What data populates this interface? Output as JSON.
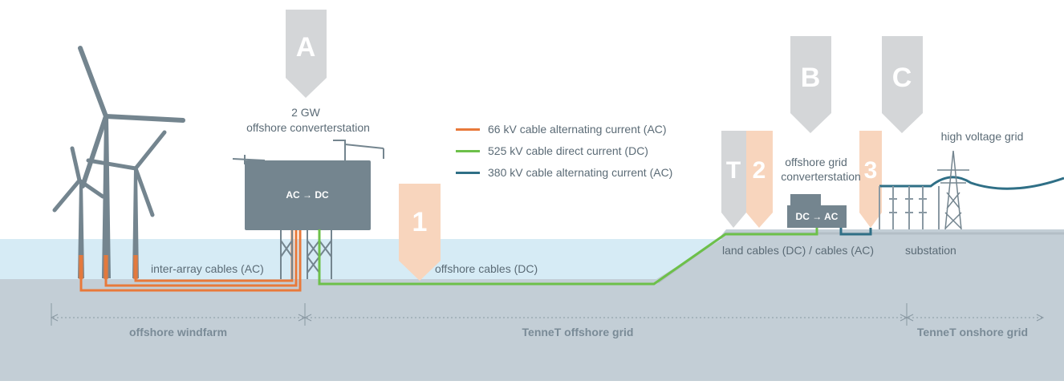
{
  "markers": {
    "a": "A",
    "b": "B",
    "c": "C",
    "t": "T",
    "one": "1",
    "two": "2",
    "three": "3"
  },
  "converter_station": {
    "capacity": "2 GW",
    "name": "offshore converterstation",
    "box_label": "AC → DC"
  },
  "grid_station": {
    "name_line1": "offshore grid",
    "name_line2": "converterstation",
    "box_label": "DC → AC"
  },
  "high_voltage_grid": "high voltage grid",
  "legend": [
    {
      "label": "66 kV cable alternating current (AC)",
      "color": "#e8793a"
    },
    {
      "label": "525 kV cable direct current (DC)",
      "color": "#6dc04a"
    },
    {
      "label": "380 kV cable alternating current (AC)",
      "color": "#2f6f86"
    }
  ],
  "cable_labels": {
    "inter_array": "inter-array cables (AC)",
    "offshore": "offshore cables (DC)",
    "land": "land cables (DC) / cables (AC)",
    "substation": "substation"
  },
  "zones": {
    "windfarm": "offshore windfarm",
    "offshore_grid": "TenneT offshore grid",
    "onshore_grid": "TenneT onshore grid"
  },
  "colors": {
    "water": "#d6ebf5",
    "seabed": "#c3ced6",
    "structure": "#74858f",
    "marker_grey": "#d4d6d8",
    "marker_peach": "#f8d5bd",
    "ac_66": "#e8793a",
    "dc_525": "#6dc04a",
    "ac_380": "#2f6f86"
  }
}
